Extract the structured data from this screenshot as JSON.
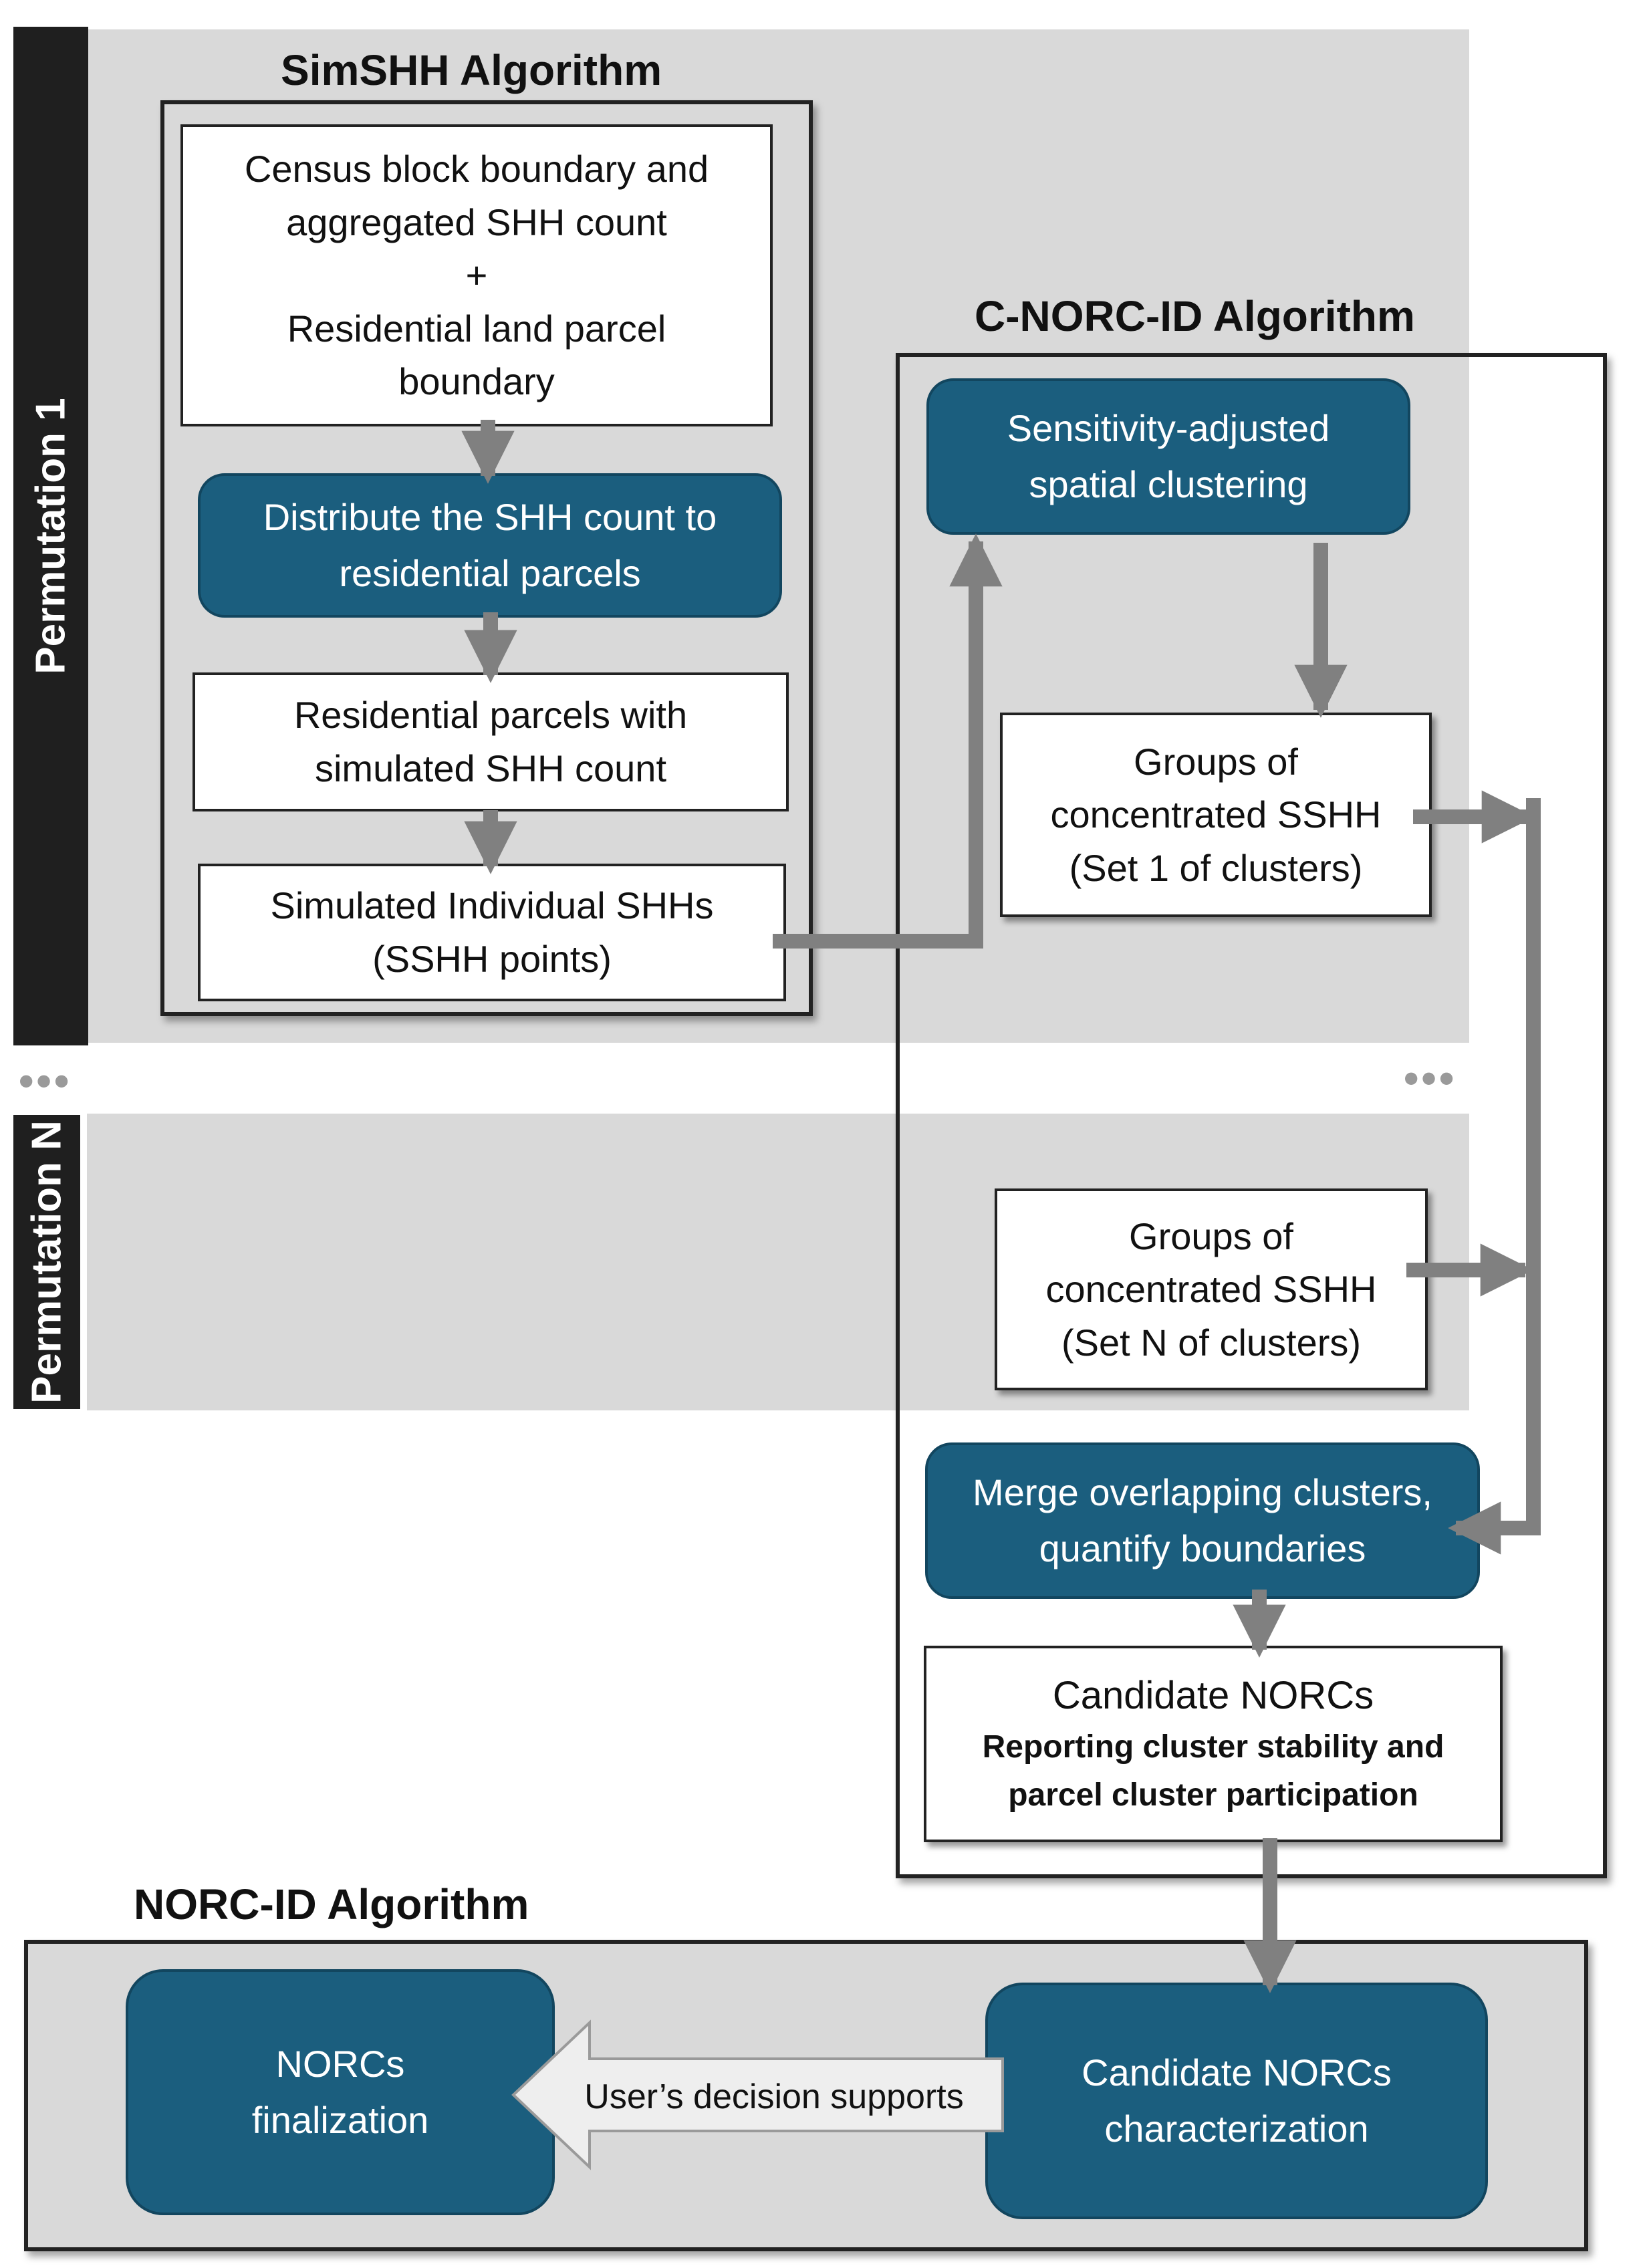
{
  "colors": {
    "band": "#d9d9d9",
    "side_tab": "#1f1f1f",
    "process_fill": "#1b5e7e",
    "arrow": "#808080"
  },
  "permutation_labels": {
    "first": "Permutation 1",
    "last": "Permutation N"
  },
  "ellipsis": "•••",
  "simshh": {
    "title": "SimSHH Algorithm",
    "input_box": {
      "line1": "Census block boundary and",
      "line2": "aggregated  SHH count",
      "line3": "+",
      "line4": "Residential land parcel",
      "line5": "boundary"
    },
    "distribute": {
      "line1": "Distribute  the SHH count to",
      "line2": "residential parcels"
    },
    "parcels_box": {
      "line1": "Residential parcels with",
      "line2": "simulated SHH count"
    },
    "simulated_box": {
      "line1": "Simulated Individual SHHs",
      "line2": "(SSHH points)"
    }
  },
  "cnorc": {
    "title": "C-NORC-ID Algorithm",
    "clustering": {
      "line1": "Sensitivity-adjusted",
      "line2": "spatial clustering"
    },
    "groups_set1": {
      "line1": "Groups of",
      "line2": "concentrated SSHH",
      "line3": "(Set 1 of clusters)"
    },
    "groups_setn": {
      "line1": "Groups of",
      "line2": "concentrated SSHH",
      "line3": "(Set N of clusters)"
    },
    "merge": {
      "line1": "Merge overlapping clusters,",
      "line2": "quantify boundaries"
    },
    "candidate_box": {
      "title": "Candidate NORCs",
      "sub1": "Reporting cluster stability and",
      "sub2": "parcel cluster participation"
    }
  },
  "norc": {
    "title": "NORC-ID Algorithm",
    "finalization": {
      "line1": "NORCs",
      "line2": "finalization"
    },
    "characterization": {
      "line1": "Candidate NORCs",
      "line2": "characterization"
    },
    "decision_label": "User’s decision supports"
  }
}
